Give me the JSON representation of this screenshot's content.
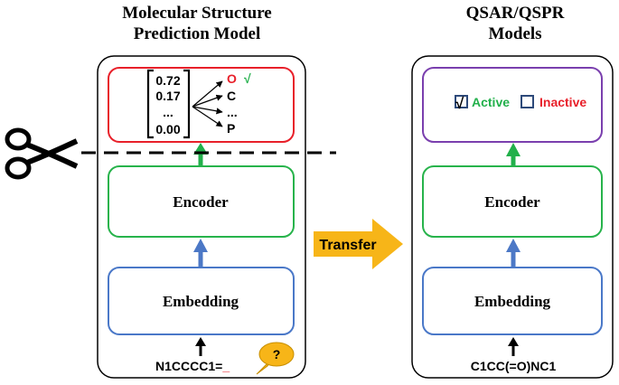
{
  "left_model": {
    "title_line1": "Molecular Structure",
    "title_line2": "Prediction Model",
    "probabilities": [
      "0.72",
      "0.17",
      "...",
      "0.00"
    ],
    "tokens": [
      "O",
      "C",
      "...",
      "P"
    ],
    "selected_mark": "√",
    "encoder_label": "Encoder",
    "embedding_label": "Embedding",
    "input_smiles": "N1CCCC1=",
    "masked_token": "_",
    "query_symbol": "?"
  },
  "transfer_label": "Transfer",
  "right_model": {
    "title_line1": "QSAR/QSPR",
    "title_line2": "Models",
    "check_mark": "√",
    "active_label": "Active",
    "inactive_label": "Inactive",
    "encoder_label": "Encoder",
    "embedding_label": "Embedding",
    "input_smiles": "C1CC(=O)NC1"
  },
  "colors": {
    "head_box": "#e8202a",
    "encoder_box": "#27b34b",
    "embedding_box": "#4a78c8",
    "classifier_box": "#7a3fae",
    "green_arrow": "#22b04b",
    "blue_arrow": "#4c78c6",
    "transfer_arrow": "#f7b518",
    "active_text": "#22b04b",
    "inactive_text": "#e8202a",
    "checkbox": "#2e4a7a",
    "callout": "#f7b518"
  }
}
